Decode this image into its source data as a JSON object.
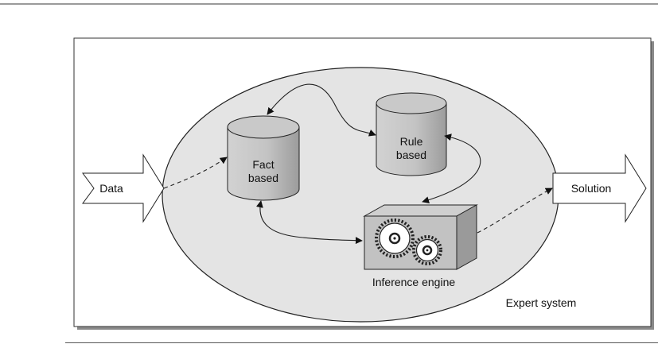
{
  "labels": {
    "input": "Data",
    "output": "Solution",
    "fact_base_line1": "Fact",
    "fact_base_line2": "based",
    "rule_base_line1": "Rule",
    "rule_base_line2": "based",
    "engine": "Inference engine",
    "system": "Expert system"
  },
  "icons": {
    "input_arrow": "arrow-right-icon",
    "output_arrow": "arrow-right-icon",
    "fact_base": "database-cylinder-icon",
    "rule_base": "database-cylinder-icon",
    "engine": "gears-icon"
  }
}
